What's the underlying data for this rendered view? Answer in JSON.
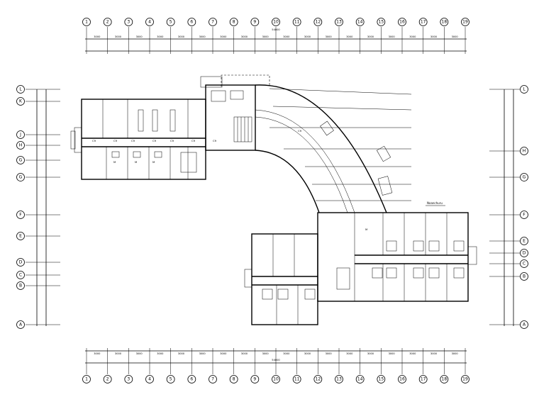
{
  "grid": {
    "column_labels": [
      "1",
      "2",
      "3",
      "4",
      "5",
      "6",
      "7",
      "8",
      "9",
      "10",
      "11",
      "12",
      "13",
      "14",
      "15",
      "16",
      "17",
      "18",
      "19"
    ],
    "left_row_labels": [
      "L",
      "K",
      "J",
      "H",
      "G",
      "G",
      "F",
      "E",
      "D",
      "C",
      "B",
      "A"
    ],
    "right_row_labels": [
      "L",
      "H",
      "G",
      "F",
      "E",
      "D",
      "C",
      "B",
      "A"
    ],
    "top_dims": [
      "3000",
      "3000",
      "3000",
      "3000",
      "3000",
      "3000",
      "3000",
      "3000",
      "3000",
      "3000",
      "3000",
      "3000",
      "3000",
      "3000",
      "3000",
      "3000",
      "3000",
      "3000"
    ],
    "bottom_dims": [
      "3000",
      "3000",
      "3000",
      "3000",
      "3000",
      "3000",
      "3000",
      "3000",
      "3000",
      "3000",
      "3000",
      "3000",
      "3000",
      "3000",
      "3000",
      "3000",
      "3000",
      "3000"
    ],
    "top_total": "54000",
    "bottom_total": "54000"
  },
  "annotations": {
    "leader_label": "Noanchuru",
    "room_tags": [
      "C9",
      "C9",
      "C9",
      "C9",
      "C9",
      "C9",
      "C9",
      "C9",
      "M",
      "M",
      "M",
      "M"
    ]
  }
}
